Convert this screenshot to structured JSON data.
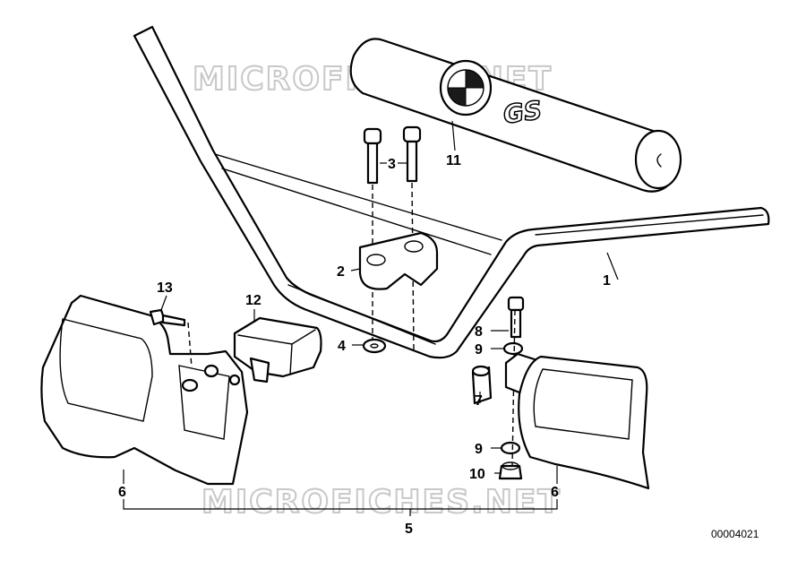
{
  "watermark": {
    "text": "MICROFICHES.NET"
  },
  "diagram_code": "00004021",
  "grip_logo": "GS",
  "callouts": [
    {
      "id": "1",
      "label": "1"
    },
    {
      "id": "2",
      "label": "2"
    },
    {
      "id": "3",
      "label": "3"
    },
    {
      "id": "4",
      "label": "4"
    },
    {
      "id": "5",
      "label": "5"
    },
    {
      "id": "6a",
      "label": "6"
    },
    {
      "id": "6b",
      "label": "6"
    },
    {
      "id": "7",
      "label": "7"
    },
    {
      "id": "8",
      "label": "8"
    },
    {
      "id": "9a",
      "label": "9"
    },
    {
      "id": "9b",
      "label": "9"
    },
    {
      "id": "10",
      "label": "10"
    },
    {
      "id": "11",
      "label": "11"
    },
    {
      "id": "12",
      "label": "12"
    },
    {
      "id": "13",
      "label": "13"
    }
  ]
}
